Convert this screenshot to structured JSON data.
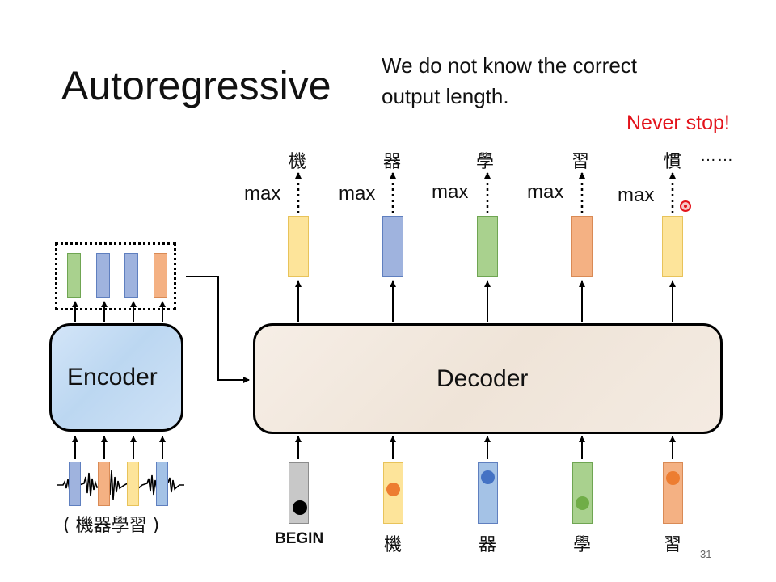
{
  "title": "Autoregressive",
  "subtitle": [
    "We do not know the correct",
    "output length."
  ],
  "never_stop": "Never stop!",
  "outputs": [
    {
      "char": "機",
      "max": "max"
    },
    {
      "char": "器",
      "max": "max"
    },
    {
      "char": "學",
      "max": "max"
    },
    {
      "char": "習",
      "max": "max"
    },
    {
      "char": "慣",
      "max": "max"
    }
  ],
  "ellipsis": "……",
  "encoder_label": "Encoder",
  "decoder_label": "Decoder",
  "decoder_inputs": [
    "BEGIN",
    "機",
    "器",
    "學",
    "習"
  ],
  "speech_caption": "( 機器學習 )",
  "page_number": "31",
  "colors": {
    "yellow": "#fde49a",
    "blue": "#9fb3de",
    "green": "#a9d18e",
    "orange": "#f4b183",
    "gray": "#c8c8c8",
    "light_blue": "#a4c2e6",
    "accent_red": "#e3131b",
    "dot_orange": "#ed7d31",
    "dot_blue": "#4472c4",
    "dot_green": "#70ad47"
  }
}
